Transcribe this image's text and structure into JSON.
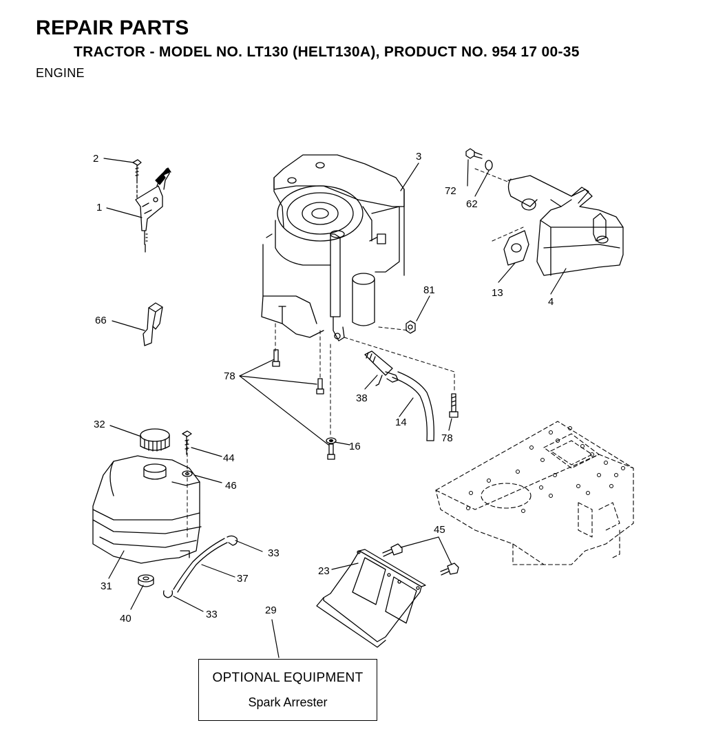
{
  "header": {
    "title": "REPAIR PARTS",
    "subtitle": "TRACTOR - MODEL NO. LT130 (HELT130A), PRODUCT NO. 954 17 00-35",
    "section": "ENGINE"
  },
  "callouts": {
    "c1": "1",
    "c2": "2",
    "c3": "3",
    "c4": "4",
    "c13": "13",
    "c14": "14",
    "c16": "16",
    "c23": "23",
    "c29": "29",
    "c31": "31",
    "c32": "32",
    "c33a": "33",
    "c33b": "33",
    "c37": "37",
    "c38": "38",
    "c40": "40",
    "c44": "44",
    "c45": "45",
    "c46": "46",
    "c62": "62",
    "c66": "66",
    "c72": "72",
    "c78a": "78",
    "c78b": "78",
    "c81": "81"
  },
  "optional_box": {
    "title": "OPTIONAL EQUIPMENT",
    "subtitle": "Spark Arrester"
  }
}
